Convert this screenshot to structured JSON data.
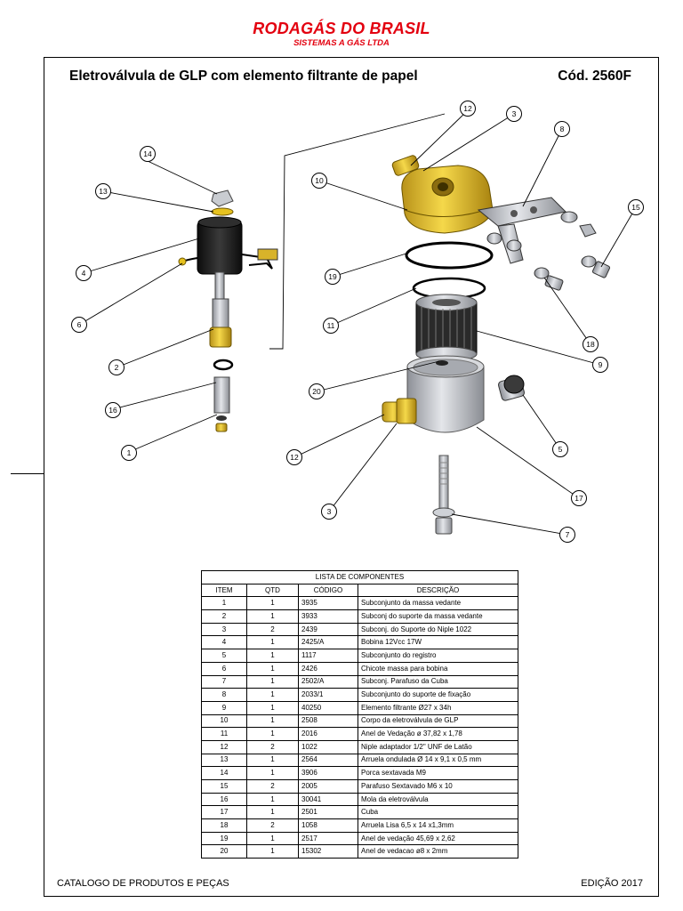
{
  "header": {
    "brand": "RODAGÁS DO BRASIL",
    "brand_sub": "SISTEMAS A GÁS LTDA"
  },
  "sheet": {
    "title": "Eletroválvula de GLP com elemento filtrante de papel",
    "code": "Cód. 2560F"
  },
  "callouts": [
    "14",
    "13",
    "4",
    "6",
    "2",
    "16",
    "1",
    "12",
    "3",
    "8",
    "10",
    "19",
    "11",
    "15",
    "18",
    "9",
    "20",
    "5",
    "12",
    "17",
    "3",
    "7"
  ],
  "colors": {
    "brand_red": "#e3000f",
    "brass": "#e6c21f",
    "steel": "#b9bcc2",
    "coil": "#1c1c1c"
  },
  "table": {
    "caption": "LISTA DE COMPONENTES",
    "headers": [
      "ITEM",
      "QTD",
      "CÓDIGO",
      "DESCRIÇÃO"
    ],
    "rows": [
      [
        "1",
        "1",
        "3935",
        "Subconjunto da massa vedante"
      ],
      [
        "2",
        "1",
        "3933",
        "Subconj do suporte da massa vedante"
      ],
      [
        "3",
        "2",
        "2439",
        "Subconj. do Suporte do Niple 1022"
      ],
      [
        "4",
        "1",
        "2425/A",
        "Bobina 12Vcc 17W"
      ],
      [
        "5",
        "1",
        "1117",
        "Subconjunto do registro"
      ],
      [
        "6",
        "1",
        "2426",
        "Chicote massa para bobina"
      ],
      [
        "7",
        "1",
        "2502/A",
        "Subconj. Parafuso da Cuba"
      ],
      [
        "8",
        "1",
        "2033/1",
        "Subconjunto do suporte de fixação"
      ],
      [
        "9",
        "1",
        "40250",
        "Elemento filtrante Ø27 x 34h"
      ],
      [
        "10",
        "1",
        "2508",
        "Corpo da eletroválvula de GLP"
      ],
      [
        "11",
        "1",
        "2016",
        "Anel de Vedação ø 37,82 x 1,78"
      ],
      [
        "12",
        "2",
        "1022",
        "Niple adaptador 1/2\" UNF de Latão"
      ],
      [
        "13",
        "1",
        "2564",
        "Arruela ondulada Ø 14 x 9,1 x 0,5 mm"
      ],
      [
        "14",
        "1",
        "3906",
        "Porca sextavada M9"
      ],
      [
        "15",
        "2",
        "2005",
        "Parafuso Sextavado M6 x 10"
      ],
      [
        "16",
        "1",
        "30041",
        "Mola da eletroválvula"
      ],
      [
        "17",
        "1",
        "2501",
        "Cuba"
      ],
      [
        "18",
        "2",
        "1058",
        "Arruela Lisa 6,5 x 14 x1,3mm"
      ],
      [
        "19",
        "1",
        "2517",
        "Anel de vedação 45,69 x 2,62"
      ],
      [
        "20",
        "1",
        "15302",
        "Anel de vedacao ø8 x 2mm"
      ]
    ]
  },
  "footer": {
    "left": "CATALOGO DE PRODUTOS E PEÇAS",
    "right": "EDIÇÃO 2017"
  }
}
